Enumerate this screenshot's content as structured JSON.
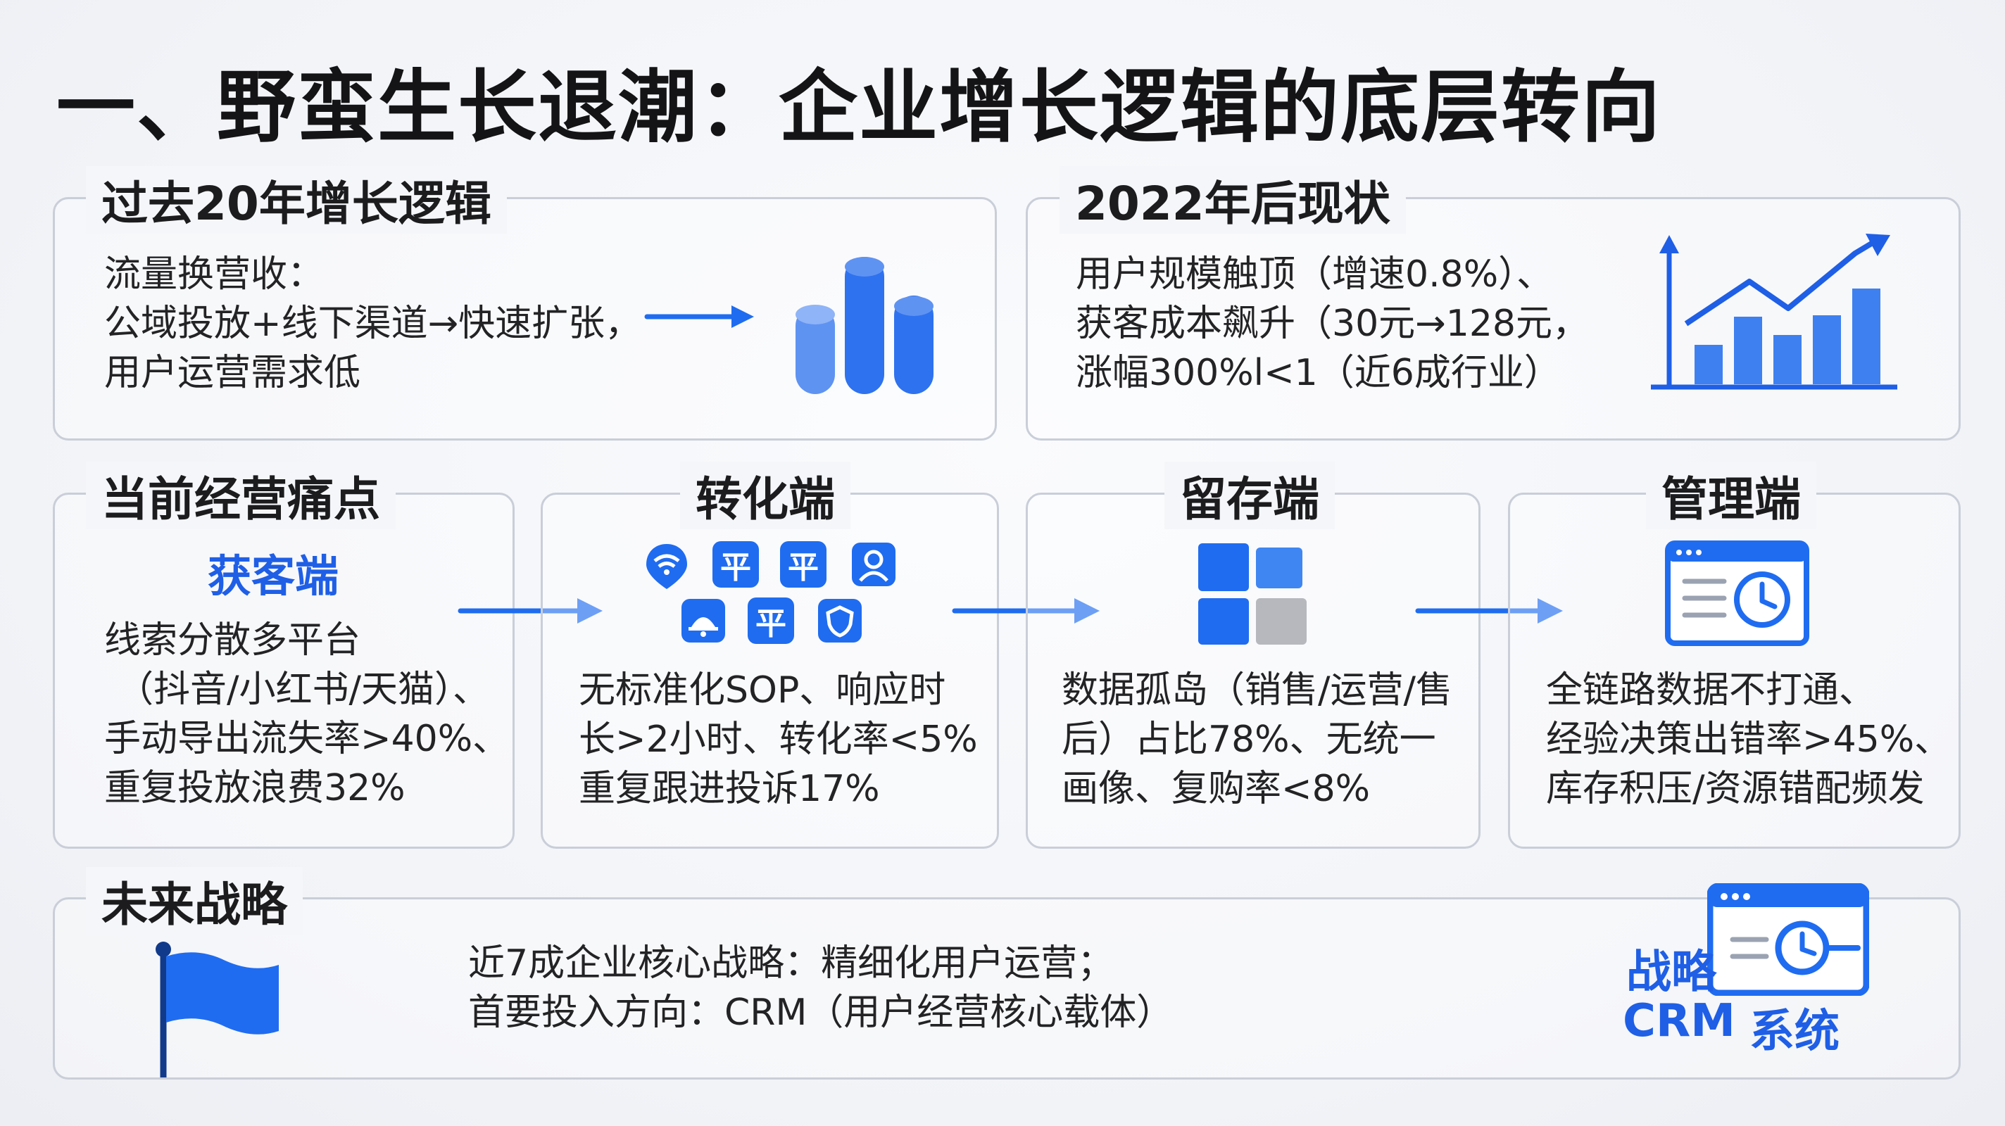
{
  "title": "一、野蛮生长退潮：企业增长逻辑的底层转向",
  "colors": {
    "accent": "#1f5fe6",
    "border": "#c9ced8",
    "text": "#1c1c1e"
  },
  "past": {
    "title": "过去20年增长逻辑",
    "lines": [
      "流量换营收：",
      "公域投放+线下渠道→快速扩张，",
      "用户运营需求低"
    ],
    "icon": "bar-cylinder-icon"
  },
  "now": {
    "title": "2022年后现状",
    "lines": [
      "用户规模触顶（增速0.8%）、",
      "获客成本飙升（30元→128元，",
      "涨幅300%l<1（近6成行业）"
    ],
    "icon": "trend-chart-icon"
  },
  "pain": {
    "title": "当前经营痛点",
    "subtitle": "获客端",
    "lines": [
      "线索分散多平台",
      "（抖音/小红书/天猫）、",
      "手动导出流失率>40%、",
      "重复投放浪费32%"
    ]
  },
  "convert": {
    "title": "转化端",
    "chips": [
      "平",
      "平",
      "平"
    ],
    "lines": [
      "无标准化SOP、响应时",
      "长>2小时、转化率<5%",
      "重复跟进投诉17%"
    ]
  },
  "retain": {
    "title": "留存端",
    "lines": [
      "数据孤岛（销售/运营/售",
      "后）占比78%、无统一",
      "画像、复购率<8%"
    ]
  },
  "manage": {
    "title": "管理端",
    "lines": [
      "全链路数据不打通、",
      "经验决策出错率>45%、",
      "库存积压/资源错配频发"
    ]
  },
  "future": {
    "title": "未来战略",
    "lines": [
      "近7成企业核心战略：精细化用户运营；",
      "首要投入方向：CRM（用户经营核心载体）"
    ],
    "badge_line1": "战略",
    "badge_line2a": "CRM",
    "badge_line2b": "系统"
  }
}
